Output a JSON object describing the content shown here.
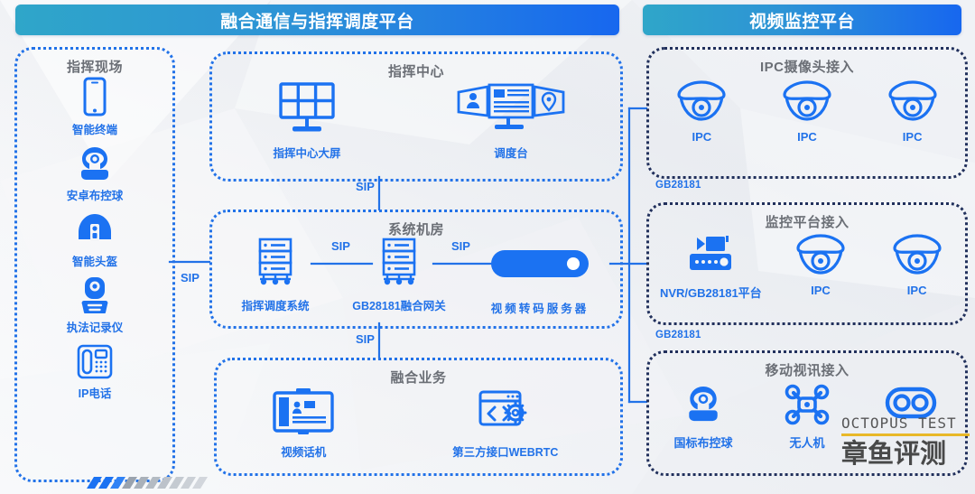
{
  "banners": {
    "left": "融合通信与指挥调度平台",
    "right": "视频监控平台"
  },
  "panels": {
    "scene": {
      "title": "指挥现场",
      "items": [
        {
          "label": "智能终端",
          "icon": "smartphone-icon"
        },
        {
          "label": "安卓布控球",
          "icon": "ptz-camera-icon"
        },
        {
          "label": "智能头盔",
          "icon": "smart-helmet-icon"
        },
        {
          "label": "执法记录仪",
          "icon": "body-camera-icon"
        },
        {
          "label": "IP电话",
          "icon": "ip-phone-icon"
        }
      ]
    },
    "command_center": {
      "title": "指挥中心",
      "items": [
        {
          "label": "指挥中心大屏",
          "icon": "video-wall-icon"
        },
        {
          "label": "调度台",
          "icon": "dispatch-console-icon"
        }
      ]
    },
    "server_room": {
      "title": "系统机房",
      "items": [
        {
          "label": "指挥调度系统",
          "icon": "server-rack-icon"
        },
        {
          "label": "GB28181融合网关",
          "icon": "server-rack-icon"
        },
        {
          "label": "视频转码服务器",
          "icon": "transcoder-pill-icon"
        }
      ]
    },
    "fusion_services": {
      "title": "融合业务",
      "items": [
        {
          "label": "视频话机",
          "icon": "video-phone-icon"
        },
        {
          "label": "第三方接口WEBRTC",
          "icon": "code-gear-icon"
        }
      ]
    },
    "ipc_access": {
      "title": "IPC摄像头接入",
      "items": [
        {
          "label": "IPC",
          "icon": "dome-camera-icon"
        },
        {
          "label": "IPC",
          "icon": "dome-camera-icon"
        },
        {
          "label": "IPC",
          "icon": "dome-camera-icon"
        }
      ]
    },
    "platform_access": {
      "title": "监控平台接入",
      "items": [
        {
          "label": "NVR/GB28181平台",
          "icon": "nvr-icon"
        },
        {
          "label": "IPC",
          "icon": "dome-camera-icon"
        },
        {
          "label": "IPC",
          "icon": "dome-camera-icon"
        }
      ]
    },
    "mobile_access": {
      "title": "移动视讯接入",
      "items": [
        {
          "label": "国标布控球",
          "icon": "ptz-camera-icon"
        },
        {
          "label": "无人机",
          "icon": "drone-icon"
        },
        {
          "label": "",
          "icon": "goggles-icon"
        }
      ]
    }
  },
  "connectors": {
    "sip_scene_to_server": "SIP",
    "sip_center_to_server": "SIP",
    "sip_server_to_fusion": "SIP",
    "sip_cmd_to_gateway": "SIP",
    "sip_gateway_to_transcoder": "SIP",
    "gb_ipc": "GB28181",
    "gb_platform": "GB28181"
  },
  "watermark": {
    "en": "OCTOPUS TEST",
    "cn": "章鱼评测"
  },
  "colors": {
    "accent_blue": "#2272e8",
    "banner_left": "#2fa6c9",
    "banner_right": "#1767ef",
    "panel_navy": "#21305c",
    "icon_blue": "#1b72f2"
  }
}
